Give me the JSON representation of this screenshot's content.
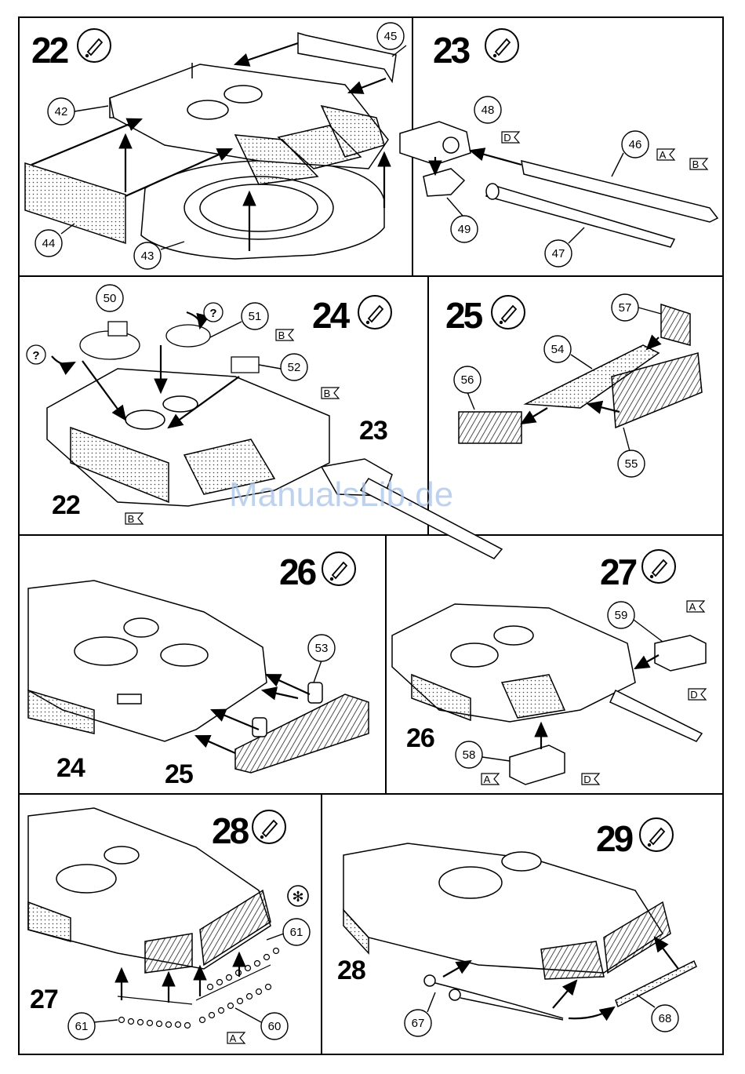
{
  "watermark": "ManualsLib.de",
  "steps": {
    "s22": {
      "number": "22",
      "parts": [
        "45",
        "42",
        "44",
        "43"
      ]
    },
    "s23": {
      "number": "23",
      "parts": [
        "48",
        "46",
        "49",
        "47"
      ],
      "flags": [
        "D",
        "A",
        "B"
      ]
    },
    "s24": {
      "number": "24",
      "parts": [
        "50",
        "51",
        "52"
      ],
      "refs": [
        "22",
        "23"
      ],
      "question": "?",
      "flags": [
        "B",
        "B",
        "B"
      ]
    },
    "s25": {
      "number": "25",
      "parts": [
        "57",
        "54",
        "56",
        "55"
      ]
    },
    "s26": {
      "number": "26",
      "parts": [
        "53"
      ],
      "refs": [
        "24",
        "25"
      ]
    },
    "s27": {
      "number": "27",
      "parts": [
        "59",
        "58"
      ],
      "refs": [
        "26"
      ],
      "flags": [
        "A",
        "D",
        "A",
        "D"
      ]
    },
    "s28": {
      "number": "28",
      "parts": [
        "61",
        "61",
        "60"
      ],
      "refs": [
        "27"
      ],
      "flags": [
        "A"
      ],
      "asterisk": "✻"
    },
    "s29": {
      "number": "29",
      "parts": [
        "67",
        "68"
      ],
      "refs": [
        "28"
      ]
    }
  }
}
